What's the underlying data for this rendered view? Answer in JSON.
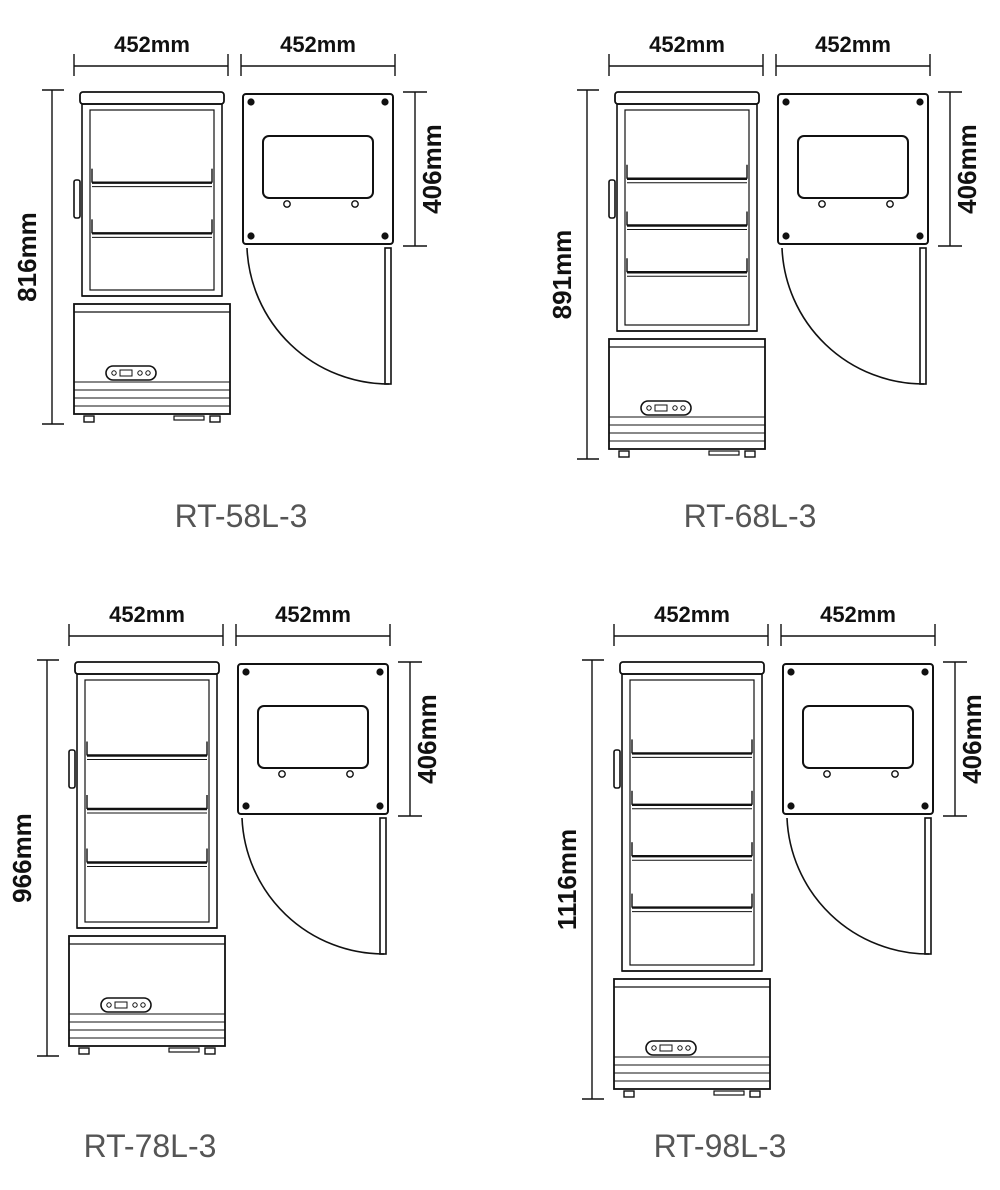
{
  "models": [
    {
      "name": "RT-58L-3",
      "width_label": "452mm",
      "depth_label": "452mm",
      "height_label": "816mm",
      "top_label": "406mm",
      "shelves": 2
    },
    {
      "name": "RT-68L-3",
      "width_label": "452mm",
      "depth_label": "452mm",
      "height_label": "891mm",
      "top_label": "406mm",
      "shelves": 3
    },
    {
      "name": "RT-78L-3",
      "width_label": "452mm",
      "depth_label": "452mm",
      "height_label": "966mm",
      "top_label": "406mm",
      "shelves": 3
    },
    {
      "name": "RT-98L-3",
      "width_label": "452mm",
      "depth_label": "452mm",
      "height_label": "1116mm",
      "top_label": "406mm",
      "shelves": 4
    }
  ],
  "colors": {
    "line": "#111111",
    "model_text": "#555555"
  }
}
